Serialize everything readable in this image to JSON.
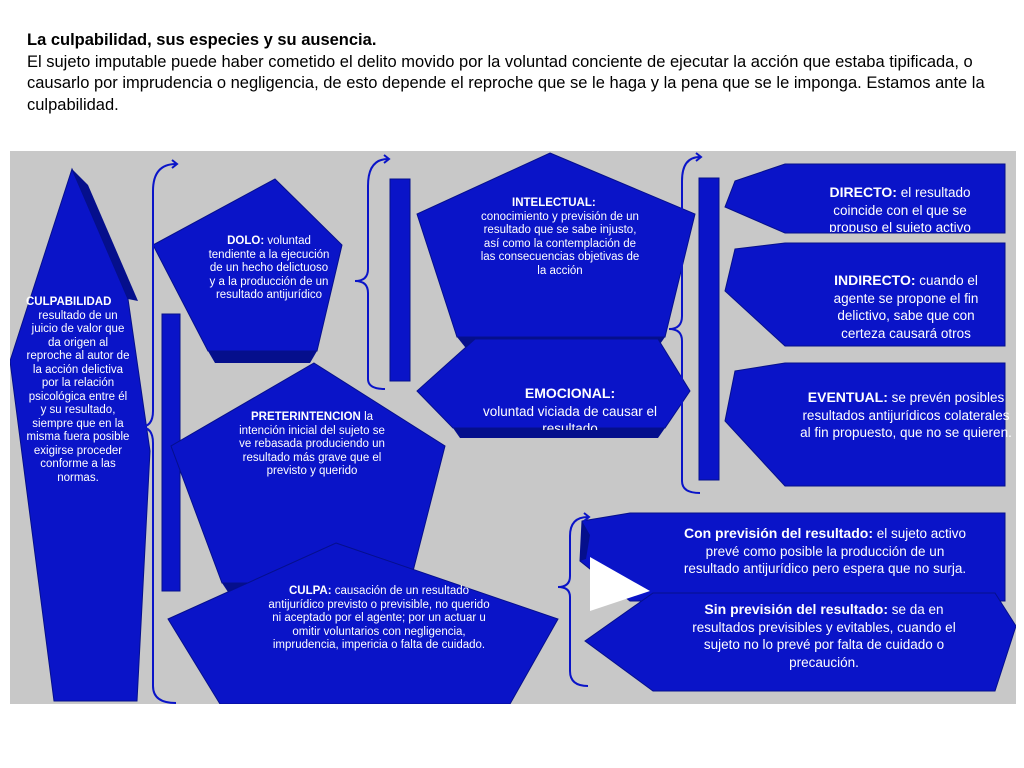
{
  "header": {
    "title": "La culpabilidad, sus especies y su ausencia.",
    "paragraph": "El sujeto imputable puede haber cometido el delito movido por la voluntad conciente de ejecutar la acción que estaba tipificada, o causarlo por imprudencia o negligencia, de esto depende el reproche que se le haga y la pena que se le imponga. Estamos ante la culpabilidad."
  },
  "diagram": {
    "colors": {
      "shape_fill": "#0a14c8",
      "shape_dark": "#050f8c",
      "background": "#c8c8c8",
      "text": "#ffffff"
    },
    "culpabilidad": {
      "heading": "CULPABILIDAD",
      "text": "resultado de un juicio de valor que da origen al reproche al autor de la acción delictiva por la relación psicológica entre él y su resultado, siempre que en la misma fuera posible exigirse proceder conforme a las normas."
    },
    "dolo": {
      "heading": "DOLO:",
      "text": " voluntad tendiente a la ejecución de un hecho delictuoso y a la producción de un resultado antijurídico"
    },
    "preterintencion": {
      "heading": "PRETERINTENCIÓN",
      "text": " la intención inicial del sujeto se ve rebasada produciendo un resultado más grave que el previsto y querido"
    },
    "culpa": {
      "heading": "CULPA:",
      "text": " causación de un resultado antijurídico previsto o previsible, no querido ni aceptado por el agente; por un actuar u omitir voluntarios con negligencia, imprudencia, impericia o falta de cuidado."
    },
    "intelectual": {
      "heading": "INTELECTUAL:",
      "text": "conocimiento y previsión de un resultado que se sabe injusto, así como la contemplación de las consecuencias objetivas de la acción"
    },
    "emocional": {
      "heading": "EMOCIONAL:",
      "text": "voluntad viciada de causar el resultado"
    },
    "directo": {
      "heading": "DIRECTO:",
      "text": " el resultado coincide con el que se propuso el sujeto activo"
    },
    "indirecto": {
      "heading": "INDIRECTO:",
      "text": " cuando el agente se propone el fin delictivo, sabe que con certeza causará otros"
    },
    "eventual": {
      "heading": "EVENTUAL:",
      "text": " se prevén posibles resultados antijurídicos colaterales al fin propuesto, que no se quieren."
    },
    "con_prevision": {
      "heading": "Con previsión del resultado:",
      "text": " el sujeto activo prevé como posible la producción de un resultado antijurídico pero espera que no surja."
    },
    "sin_prevision": {
      "heading": "Sin previsión del resultado:",
      "text": " se da en resultados previsibles y evitables, cuando el sujeto no lo prevé por falta de cuidado o precaución."
    }
  }
}
